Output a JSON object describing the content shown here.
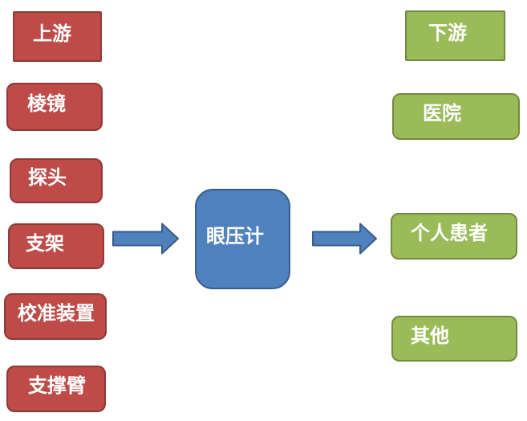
{
  "diagram": {
    "type": "industry-chain-flow",
    "product": {
      "label": "眼压计"
    },
    "upstream": {
      "title": "上游",
      "items": [
        {
          "label": "棱镜"
        },
        {
          "label": "探头"
        },
        {
          "label": "支架"
        },
        {
          "label": "校准装置"
        },
        {
          "label": "支撑臂"
        }
      ]
    },
    "downstream": {
      "title": "下游",
      "items": [
        {
          "label": "医院"
        },
        {
          "label": "个人患者"
        },
        {
          "label": "其他"
        }
      ]
    },
    "arrows": [
      {
        "name": "upstream-to-product",
        "direction": "right"
      },
      {
        "name": "product-to-downstream",
        "direction": "right"
      }
    ],
    "colors": {
      "upstream_fill": "#be4b48",
      "upstream_border": "#8f3a37",
      "downstream_fill": "#9bbb59",
      "downstream_border": "#71893f",
      "product_fill": "#4f81bd",
      "product_border": "#385d8a",
      "arrow_fill": "#4f81bd",
      "arrow_border": "#385d8a",
      "label_text": "#ffffff",
      "background": "#ffffff"
    }
  }
}
